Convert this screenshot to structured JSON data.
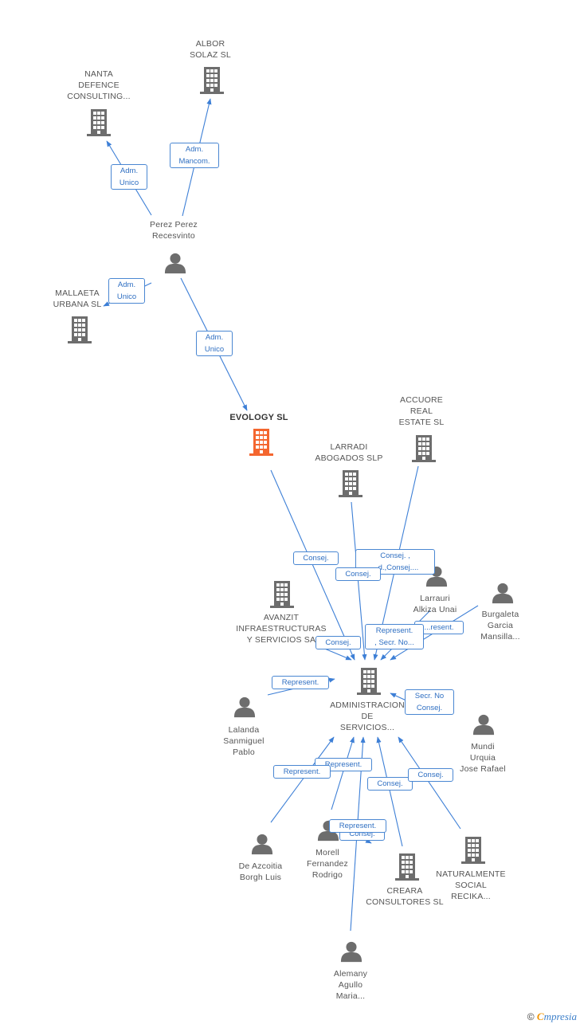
{
  "colors": {
    "edge": "#3d7fd6",
    "node": "#6d6d6d",
    "main_node": "#f4662f"
  },
  "nodes": {
    "albor": "ALBOR\nSOLAZ SL",
    "nanta": "NANTA\nDEFENCE\nCONSULTING...",
    "perez": "Perez Perez\nRecesvinto",
    "mallaeta": "MALLAETA\nURBANA SL",
    "evology": "EVOLOGY SL",
    "accuore": "ACCUORE\nREAL\nESTATE SL",
    "larradi": "LARRADI\nABOGADOS  SLP",
    "larrauri": "Larrauri\nAlkiza Unai",
    "burgaleta": "Burgaleta\nGarcia\nMansilla...",
    "avanzit": "AVANZIT\nINFRAESTRUCTURAS\nY SERVICIOS SA",
    "administracion": "ADMINISTRACION\nDE\nSERVICIOS...",
    "lalanda": "Lalanda\nSanmiguel\nPablo",
    "mundi": "Mundi\nUrquia\nJose Rafael",
    "decoitia": "De Azcoitia\nBorgh Luis",
    "morell": "Morell\nFernandez\nRodrigo",
    "creara": "CREARA\nCONSULTORES SL",
    "naturalmente": "NATURALMENTE\nSOCIAL\nRECIKA...",
    "alemany": "Alemany\nAgullo\nMaria..."
  },
  "edge_labels": {
    "adm_mancom": "Adm.\nMancom.",
    "adm_unico_nanta": "Adm.\nUnico",
    "adm_unico_mallaeta": "Adm.\nUnico",
    "adm_unico_evology": "Adm.\nUnico",
    "consej_evology": "Consej.",
    "consej_accuore": "Consej. ,\n...d.,Consej....",
    "consej_larradi": "Consej.",
    "represent_larrauri": "...resent.",
    "represent_secr": "Represent.\n, Secr. No...",
    "consej_avanzit": "Consej.",
    "represent_lalanda": "Represent.",
    "secr_no_consej": "Secr.  No\nConsej.",
    "represent_morell_top": "Represent.",
    "represent_decoitia": "Represent.",
    "consej_creara": "Consej.",
    "consej_naturalmente": "Consej.",
    "consej_morell": "Consej.",
    "represent_alemany": "Represent."
  },
  "footer": {
    "copyright": "©",
    "brand_e": "C",
    "brand_rest": "mpresia"
  }
}
